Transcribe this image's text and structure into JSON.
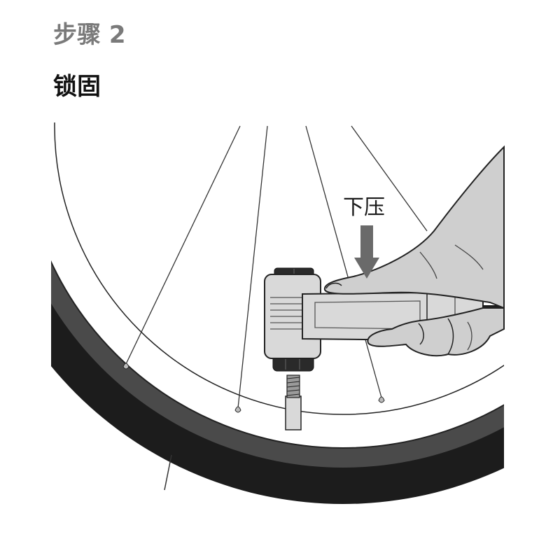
{
  "header": {
    "step_label": "步骤 2",
    "action_label": "锁固"
  },
  "illustration": {
    "callout_label": "下压",
    "callout_arrow_direction": "down",
    "subject": "pump-head-on-valve",
    "colors": {
      "tire": "#1c1c1c",
      "rim_band": "#4a4a4a",
      "pump_body": "#d9d9d9",
      "hand": "#cfcfcf",
      "arrow": "#6a6a6a",
      "outline": "#222222"
    }
  }
}
